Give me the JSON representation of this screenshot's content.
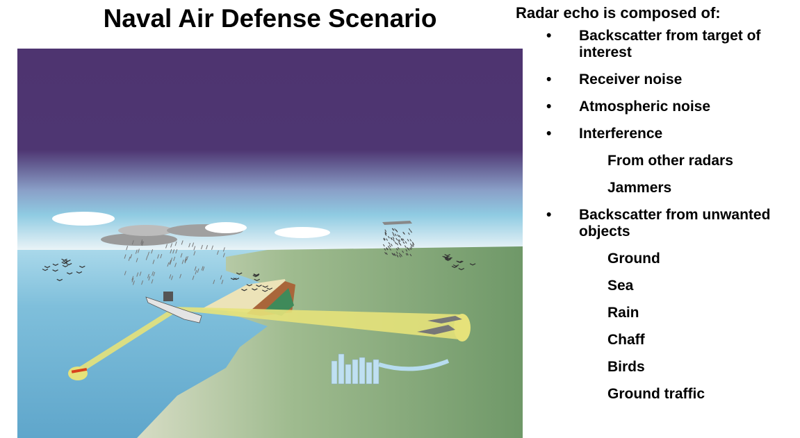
{
  "slide": {
    "title": "Naval Air Defense Scenario",
    "panel_heading": "Radar echo is composed of:",
    "bullet_glyph": "•",
    "items": [
      {
        "level": 1,
        "text": "Backscatter from target of interest"
      },
      {
        "level": 1,
        "text": "Receiver noise"
      },
      {
        "level": 1,
        "text": "Atmospheric noise"
      },
      {
        "level": 1,
        "text": "Interference"
      },
      {
        "level": 2,
        "text": "From other radars"
      },
      {
        "level": 2,
        "text": "Jammers"
      },
      {
        "level": 1,
        "text": "Backscatter from unwanted objects"
      },
      {
        "level": 2,
        "text": "Ground"
      },
      {
        "level": 2,
        "text": "Sea"
      },
      {
        "level": 2,
        "text": "Rain"
      },
      {
        "level": 2,
        "text": "Chaff"
      },
      {
        "level": 2,
        "text": "Birds"
      },
      {
        "level": 2,
        "text": "Ground traffic"
      }
    ]
  },
  "colors": {
    "sky_top": "#4e3470",
    "sea": "#6aaed0",
    "land": "#8aaa7c",
    "beam": "#e6e27a"
  }
}
